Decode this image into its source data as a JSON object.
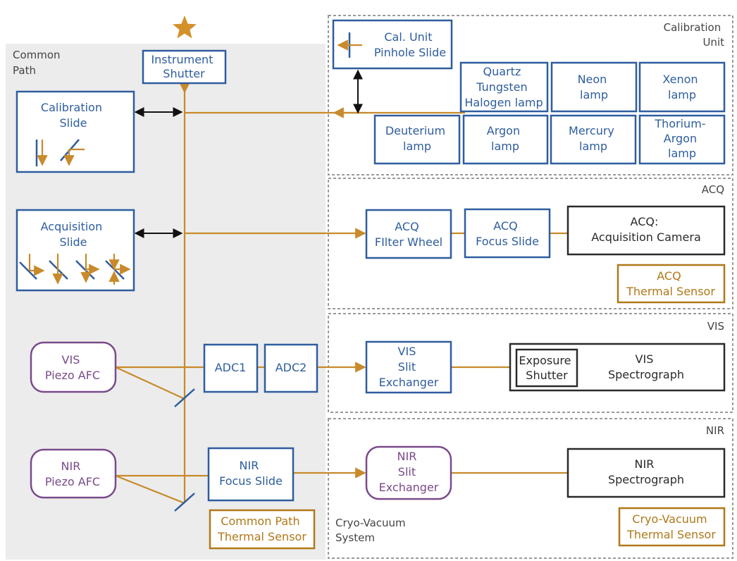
{
  "regions": {
    "common_path": {
      "label": [
        "Common",
        "Path"
      ]
    },
    "calibration_unit": {
      "label": [
        "Calibration",
        "Unit"
      ]
    },
    "acq": {
      "label": "ACQ"
    },
    "vis": {
      "label": "VIS"
    },
    "nir": {
      "label": "NIR"
    },
    "cryo_vacuum": {
      "label": [
        "Cryo-Vacuum",
        "System"
      ]
    }
  },
  "common": {
    "instrument_shutter": [
      "Instrument",
      "Shutter"
    ],
    "calibration_slide": [
      "Calibration",
      "Slide"
    ],
    "acquisition_slide": [
      "Acquisition",
      "Slide"
    ],
    "vis_piezo_afc": [
      "VIS",
      "Piezo AFC"
    ],
    "nir_piezo_afc": [
      "NIR",
      "Piezo AFC"
    ],
    "adc1": "ADC1",
    "adc2": "ADC2",
    "nir_focus_slide": [
      "NIR",
      "Focus Slide"
    ],
    "common_path_thermal_sensor": [
      "Common Path",
      "Thermal Sensor"
    ]
  },
  "calibration": {
    "pinhole_slide": [
      "Cal. Unit",
      "Pinhole Slide"
    ],
    "lamps": {
      "qth": [
        "Quartz",
        "Tungsten",
        "Halogen lamp"
      ],
      "neon": [
        "Neon",
        "lamp"
      ],
      "xenon": [
        "Xenon",
        "lamp"
      ],
      "deuterium": [
        "Deuterium",
        "lamp"
      ],
      "argon": [
        "Argon",
        "lamp"
      ],
      "mercury": [
        "Mercury",
        "lamp"
      ],
      "thar": [
        "Thorium-",
        "Argon",
        "lamp"
      ]
    }
  },
  "acq": {
    "filter_wheel": [
      "ACQ",
      "FIlter Wheel"
    ],
    "focus_slide": [
      "ACQ",
      "Focus Slide"
    ],
    "camera": [
      "ACQ:",
      "Acquisition Camera"
    ],
    "thermal_sensor": [
      "ACQ",
      "Thermal Sensor"
    ]
  },
  "vis": {
    "slit_exchanger": [
      "VIS",
      "Slit",
      "Exchanger"
    ],
    "exposure_shutter": [
      "Exposure",
      "Shutter"
    ],
    "spectrograph": [
      "VIS",
      "Spectrograph"
    ]
  },
  "nir": {
    "slit_exchanger": [
      "NIR",
      "Slit",
      "Exchanger"
    ],
    "spectrograph": [
      "NIR",
      "Spectrograph"
    ],
    "cryo_thermal_sensor": [
      "Cryo-Vacuum",
      "Thermal Sensor"
    ]
  },
  "colors": {
    "beam": "#c88a2a",
    "component_blue": "#2e5d9f",
    "piezo_purple": "#7a4a8a",
    "detector_dark": "#2a2a2a",
    "sensor_orange": "#b07818",
    "star": "#d4902a",
    "common_bg": "#ececec"
  }
}
